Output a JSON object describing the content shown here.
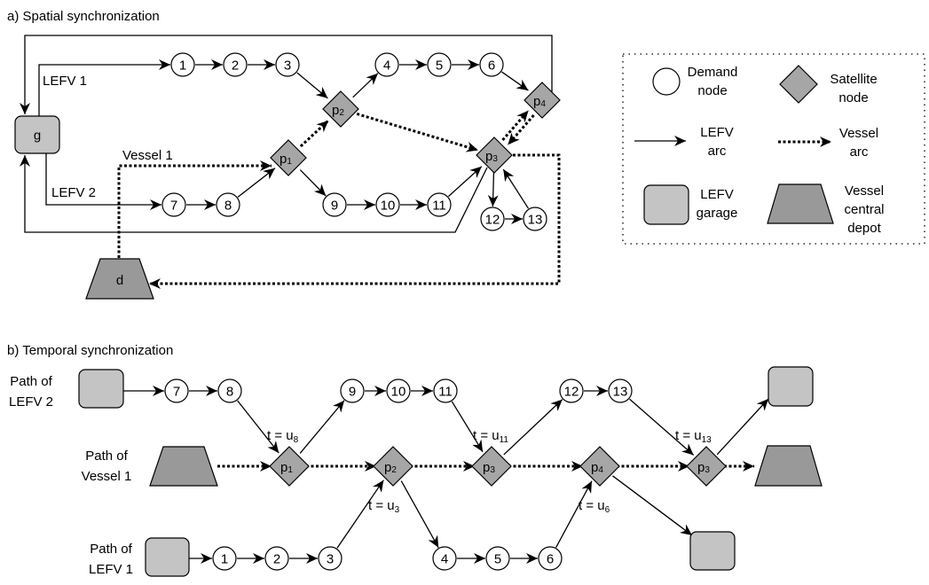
{
  "colors": {
    "satellite_fill": "#a6a6a6",
    "garage_fill": "#c4c4c4",
    "depot_fill": "#999999",
    "stroke": "#000000",
    "node_fill": "#ffffff"
  },
  "panel_a": {
    "title": "a) Spatial synchronization",
    "garage_label": "g",
    "depot_label": "d",
    "lefv1_label": "LEFV 1",
    "lefv2_label": "LEFV 2",
    "vessel_label": "Vessel 1",
    "demand_nodes": [
      "1",
      "2",
      "3",
      "4",
      "5",
      "6",
      "7",
      "8",
      "9",
      "10",
      "11",
      "12",
      "13"
    ],
    "satellites": [
      {
        "base": "p",
        "sub": "1"
      },
      {
        "base": "p",
        "sub": "2"
      },
      {
        "base": "p",
        "sub": "3"
      },
      {
        "base": "p",
        "sub": "4"
      }
    ]
  },
  "legend": {
    "demand_node": [
      "Demand",
      "node"
    ],
    "satellite_node": [
      "Satellite",
      "node"
    ],
    "lefv_arc": [
      "LEFV",
      "arc"
    ],
    "vessel_arc": [
      "Vessel",
      "arc"
    ],
    "lefv_garage": [
      "LEFV",
      "garage"
    ],
    "vessel_depot": [
      "Vessel",
      "central",
      "depot"
    ]
  },
  "panel_b": {
    "title": "b) Temporal synchronization",
    "row_labels": {
      "lefv2": [
        "Path of",
        "LEFV 2"
      ],
      "vessel": [
        "Path of",
        "Vessel 1"
      ],
      "lefv1": [
        "Path of",
        "LEFV 1"
      ]
    },
    "lefv2_nodes": [
      "7",
      "8",
      "9",
      "10",
      "11",
      "12",
      "13"
    ],
    "lefv1_nodes": [
      "1",
      "2",
      "3",
      "4",
      "5",
      "6"
    ],
    "vessel_satellites": [
      {
        "base": "p",
        "sub": "1"
      },
      {
        "base": "p",
        "sub": "2"
      },
      {
        "base": "p",
        "sub": "3"
      },
      {
        "base": "p",
        "sub": "4"
      },
      {
        "base": "p",
        "sub": "3"
      }
    ],
    "sync_labels": [
      {
        "base": "t = u",
        "sub": "8"
      },
      {
        "base": "t = u",
        "sub": "11"
      },
      {
        "base": "t = u",
        "sub": "13"
      },
      {
        "base": "t = u",
        "sub": "3"
      },
      {
        "base": "t = u",
        "sub": "6"
      }
    ]
  }
}
